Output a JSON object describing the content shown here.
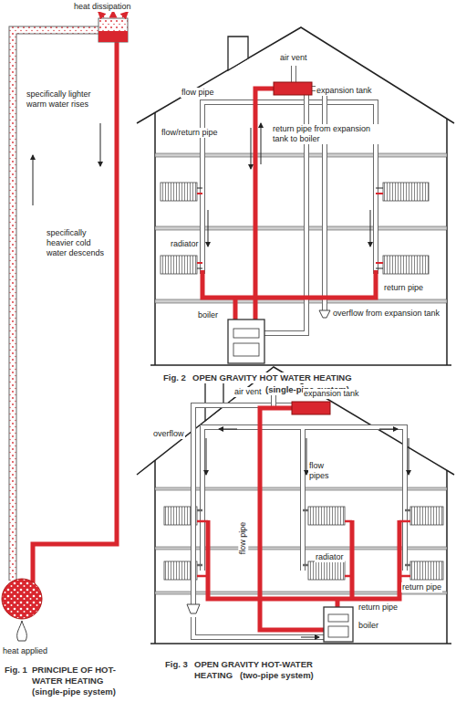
{
  "diagram": {
    "labels": [
      "heat dissipation",
      "specifically lighter warm water rises",
      "specifically heavier cold water descends",
      "heat applied",
      "Fig. 1",
      "PRINCIPLE OF HOT-WATER HEATING",
      "(single-pipe system)",
      "air vent",
      "flow pipe",
      "expansion tank",
      "flow/return pipe",
      "return pipe from expansion tank to boiler",
      "radiator",
      "return pipe",
      "boiler",
      "overflow from expansion tank",
      "Fig. 2",
      "OPEN GRAVITY HOT WATER HEATING",
      "(single-pipe system)",
      "air vent",
      "expansion tank",
      "overflow",
      "flow pipes",
      "radiator",
      "return pipe",
      "flow pipe",
      "return pipe",
      "boiler",
      "Fig. 3",
      "OPEN GRAVITY HOT-WATER HEATING",
      "(two-pipe system)"
    ]
  }
}
